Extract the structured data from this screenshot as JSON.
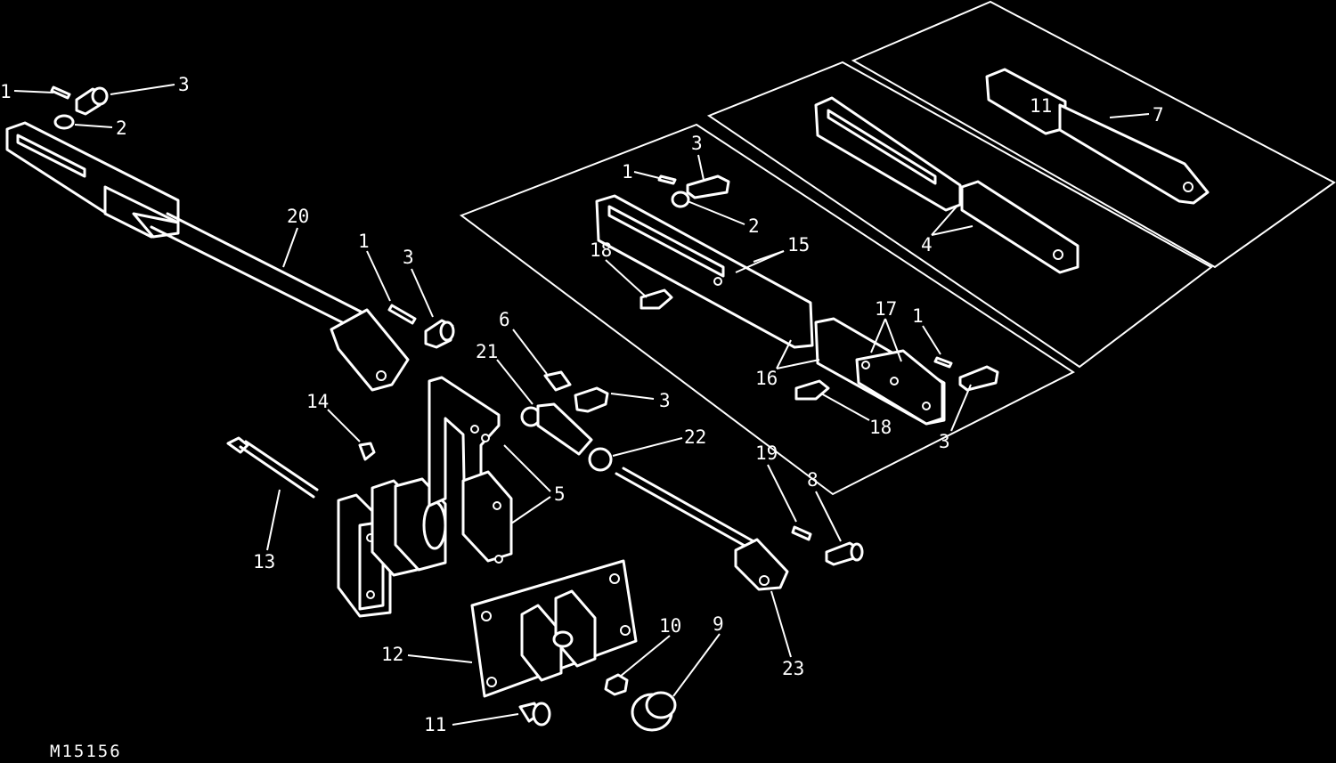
{
  "figure_id": "M15156",
  "background": "#000000",
  "foreground": "#ffffff",
  "callouts": {
    "c1a": "1",
    "c3a": "3",
    "c2a": "2",
    "c20": "20",
    "c1b": "1",
    "c3b": "3",
    "c14": "14",
    "c13": "13",
    "c6": "6",
    "c21": "21",
    "c3c": "3",
    "c22": "22",
    "c5": "5",
    "c12": "12",
    "c11": "11",
    "c10": "10",
    "c9": "9",
    "c23": "23",
    "c19": "19",
    "c8": "8",
    "c3d": "3",
    "c1c": "1",
    "c2b": "2",
    "c18a": "18",
    "c15": "15",
    "c16": "16",
    "c17": "17",
    "c1d": "1",
    "c18b": "18",
    "c3e": "3",
    "c4": "4",
    "c7": "7",
    "c11b": "11"
  }
}
